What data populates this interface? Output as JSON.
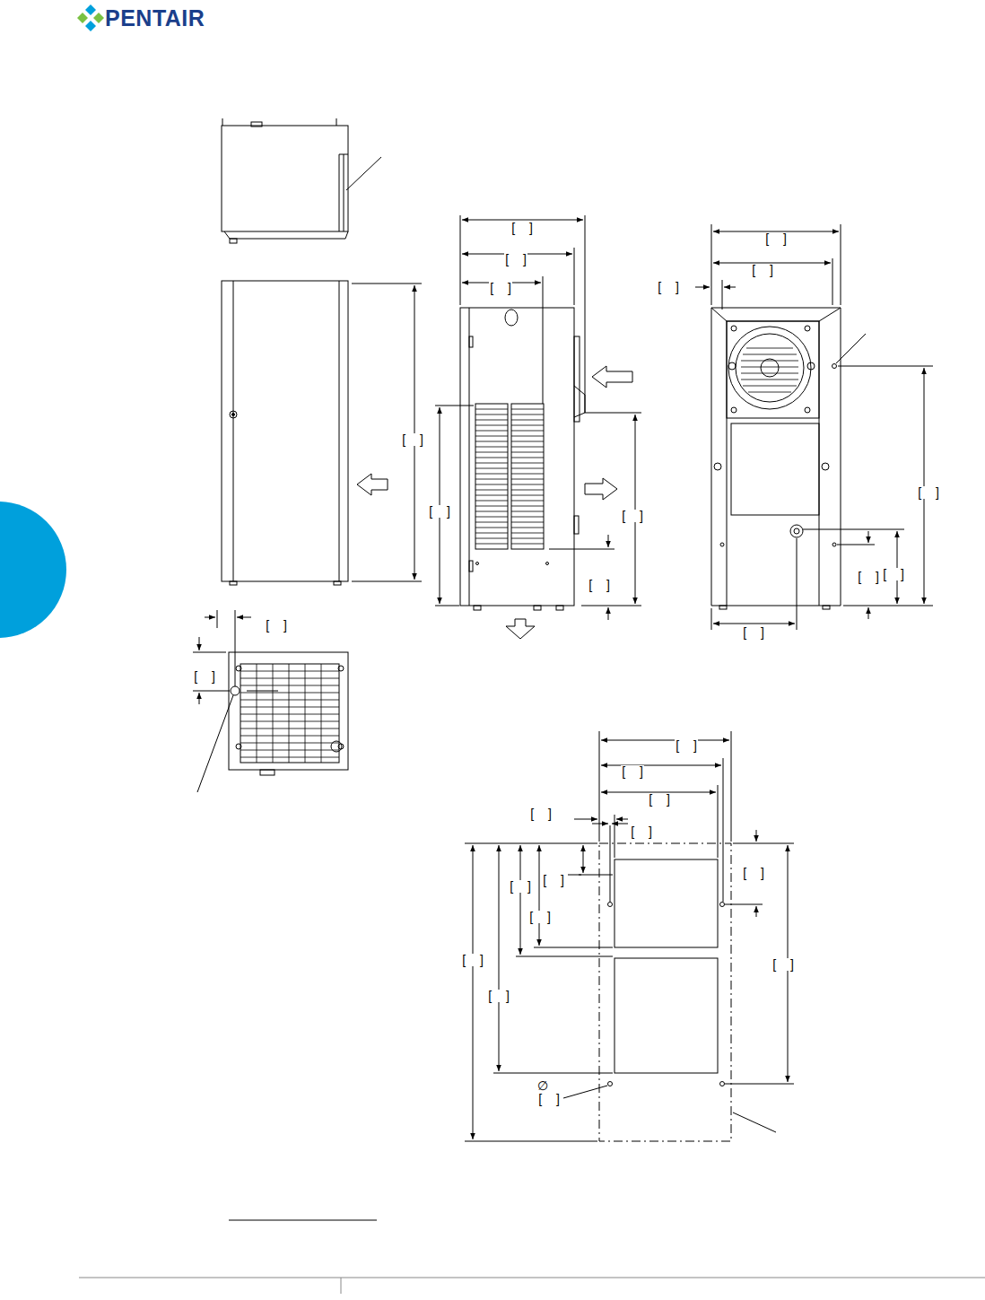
{
  "diagram": {
    "labels": [
      "PENTAIR",
      "[ ]",
      "[ ]",
      "[ ]",
      "[ ]",
      "[ ]",
      "[ ]",
      "[ ]",
      "[ ]",
      "[ ]",
      "[ ]",
      "[ ]",
      "[ ]",
      "[ ]",
      "[ ]",
      "[ ]",
      "[ ]",
      "[ ]",
      "[ ]",
      "[ ]",
      "[ ]",
      "[ ]",
      "[ ]",
      "[ ]",
      "[ ]",
      "[ ]",
      "[ ]",
      "[ ]",
      "[ ]",
      "[ ]",
      "∅"
    ]
  }
}
